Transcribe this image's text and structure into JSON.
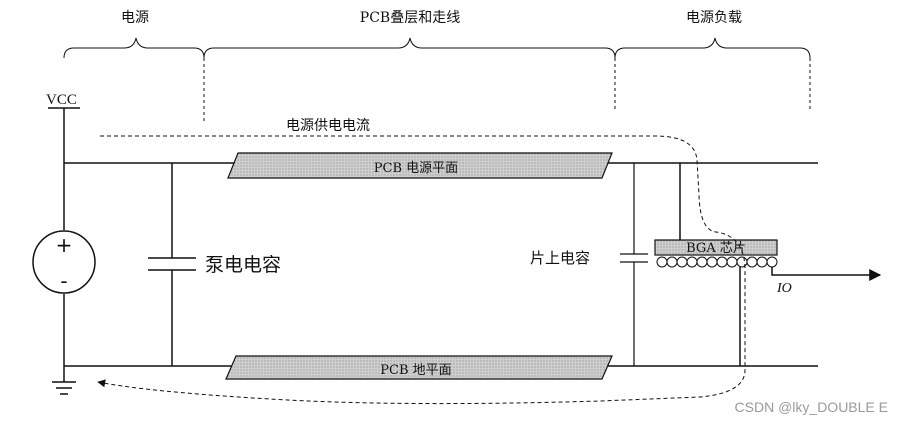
{
  "sections": {
    "power_source": "电源",
    "pcb_stackup": "PCB叠层和走线",
    "power_load": "电源负载"
  },
  "labels": {
    "vcc": "VCC",
    "supply_current": "电源供电电流",
    "power_plane": "PCB 电源平面",
    "ground_plane": "PCB 地平面",
    "bulk_capacitor": "泵电电容",
    "on_chip_capacitor": "片上电容",
    "bga_chip": "BGA 芯片",
    "io": "IO",
    "source_plus": "+",
    "source_minus": "-"
  },
  "watermark": "CSDN @lky_DOUBLE E",
  "colors": {
    "line": "#111111",
    "plane_fill": "#c9c9c9",
    "watermark": "#9a9a9a"
  }
}
